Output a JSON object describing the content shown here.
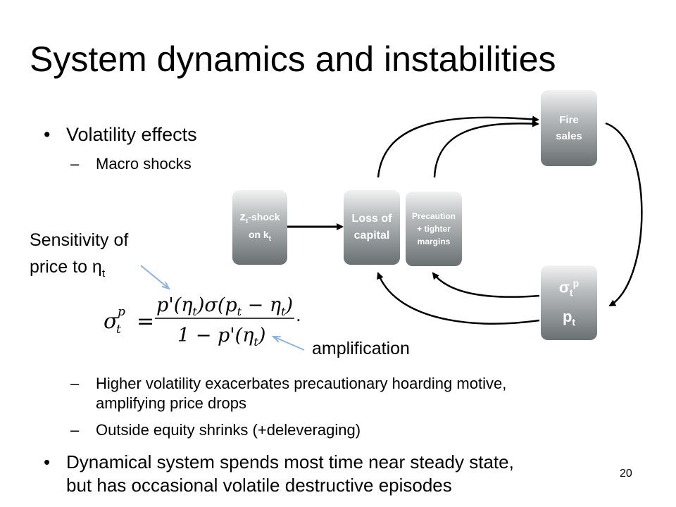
{
  "slide": {
    "title": "System dynamics and instabilities",
    "page_number": "20"
  },
  "bullets": {
    "volatility": "Volatility effects",
    "macro_shocks": "Macro shocks",
    "higher_vol_line1": "Higher volatility exacerbates precautionary hoarding motive,",
    "higher_vol_line2": "amplifying price drops",
    "outside_equity": "Outside equity shrinks (+deleveraging)",
    "dynamical_line1": "Dynamical system spends most time near steady state,",
    "dynamical_line2": "but has occasional volatile destructive episodes"
  },
  "markers": {
    "bullet": "•",
    "dash": "–"
  },
  "annotations": {
    "sensitivity_line1": "Sensitivity of",
    "sensitivity_line2": "price to η",
    "sensitivity_sub": "t",
    "amplification": "amplification"
  },
  "diagram": {
    "zshock": {
      "z": "z",
      "sub_t": "t",
      "shock": "-shock",
      "on": "on k",
      "sub_t2": "t"
    },
    "loss": {
      "line1": "Loss of",
      "line2": "capital"
    },
    "precaution": {
      "line1": "Precaution",
      "line2": "+ tighter",
      "line3": "margins"
    },
    "fire": {
      "line1": "Fire",
      "line2": "sales"
    },
    "sigma": {
      "sigma": "σ",
      "sub": "t",
      "sup": "p",
      "p": "p",
      "p_sub": "t"
    }
  },
  "formula": {
    "lhs_sigma": "σ",
    "lhs_sup": "p",
    "lhs_sub": "t",
    "equals": "=",
    "numerator": "p'(η",
    "num_sub1": "t",
    "num_mid": ")σ(p",
    "num_sub2": "t",
    "num_minus": " − η",
    "num_sub3": "t",
    "num_close": ")",
    "denominator": "1 − p'(η",
    "den_sub": "t",
    "den_close": ")",
    "period": "."
  },
  "colors": {
    "arrow": "#000000",
    "pointer": "#8fb3d9",
    "box_dark": "#6a7072"
  }
}
